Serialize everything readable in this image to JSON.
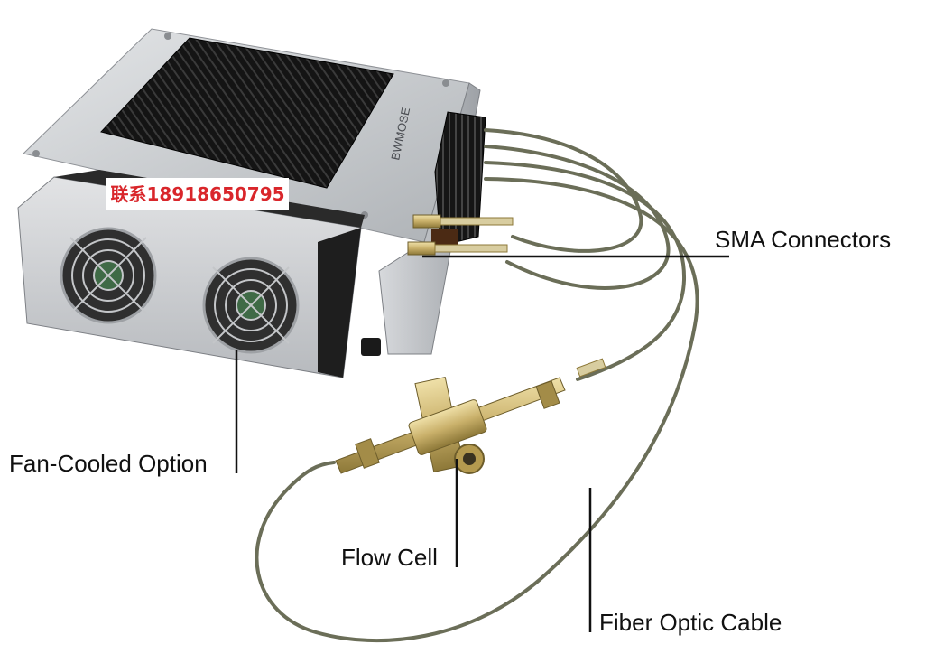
{
  "labels": {
    "sma_connectors": "SMA Connectors",
    "fan_cooled_option": "Fan-Cooled Option",
    "flow_cell": "Flow Cell",
    "fiber_optic_cable": "Fiber Optic Cable"
  },
  "watermark": "联系18918650795",
  "device_brand_text": "BWMOSE",
  "colors": {
    "background": "#ffffff",
    "watermark_text": "#d9262b",
    "chassis": "#c9ccd0",
    "heatsink": "#1c1c1c",
    "cable": "#6b6e58",
    "brass": "#c9b06a"
  }
}
